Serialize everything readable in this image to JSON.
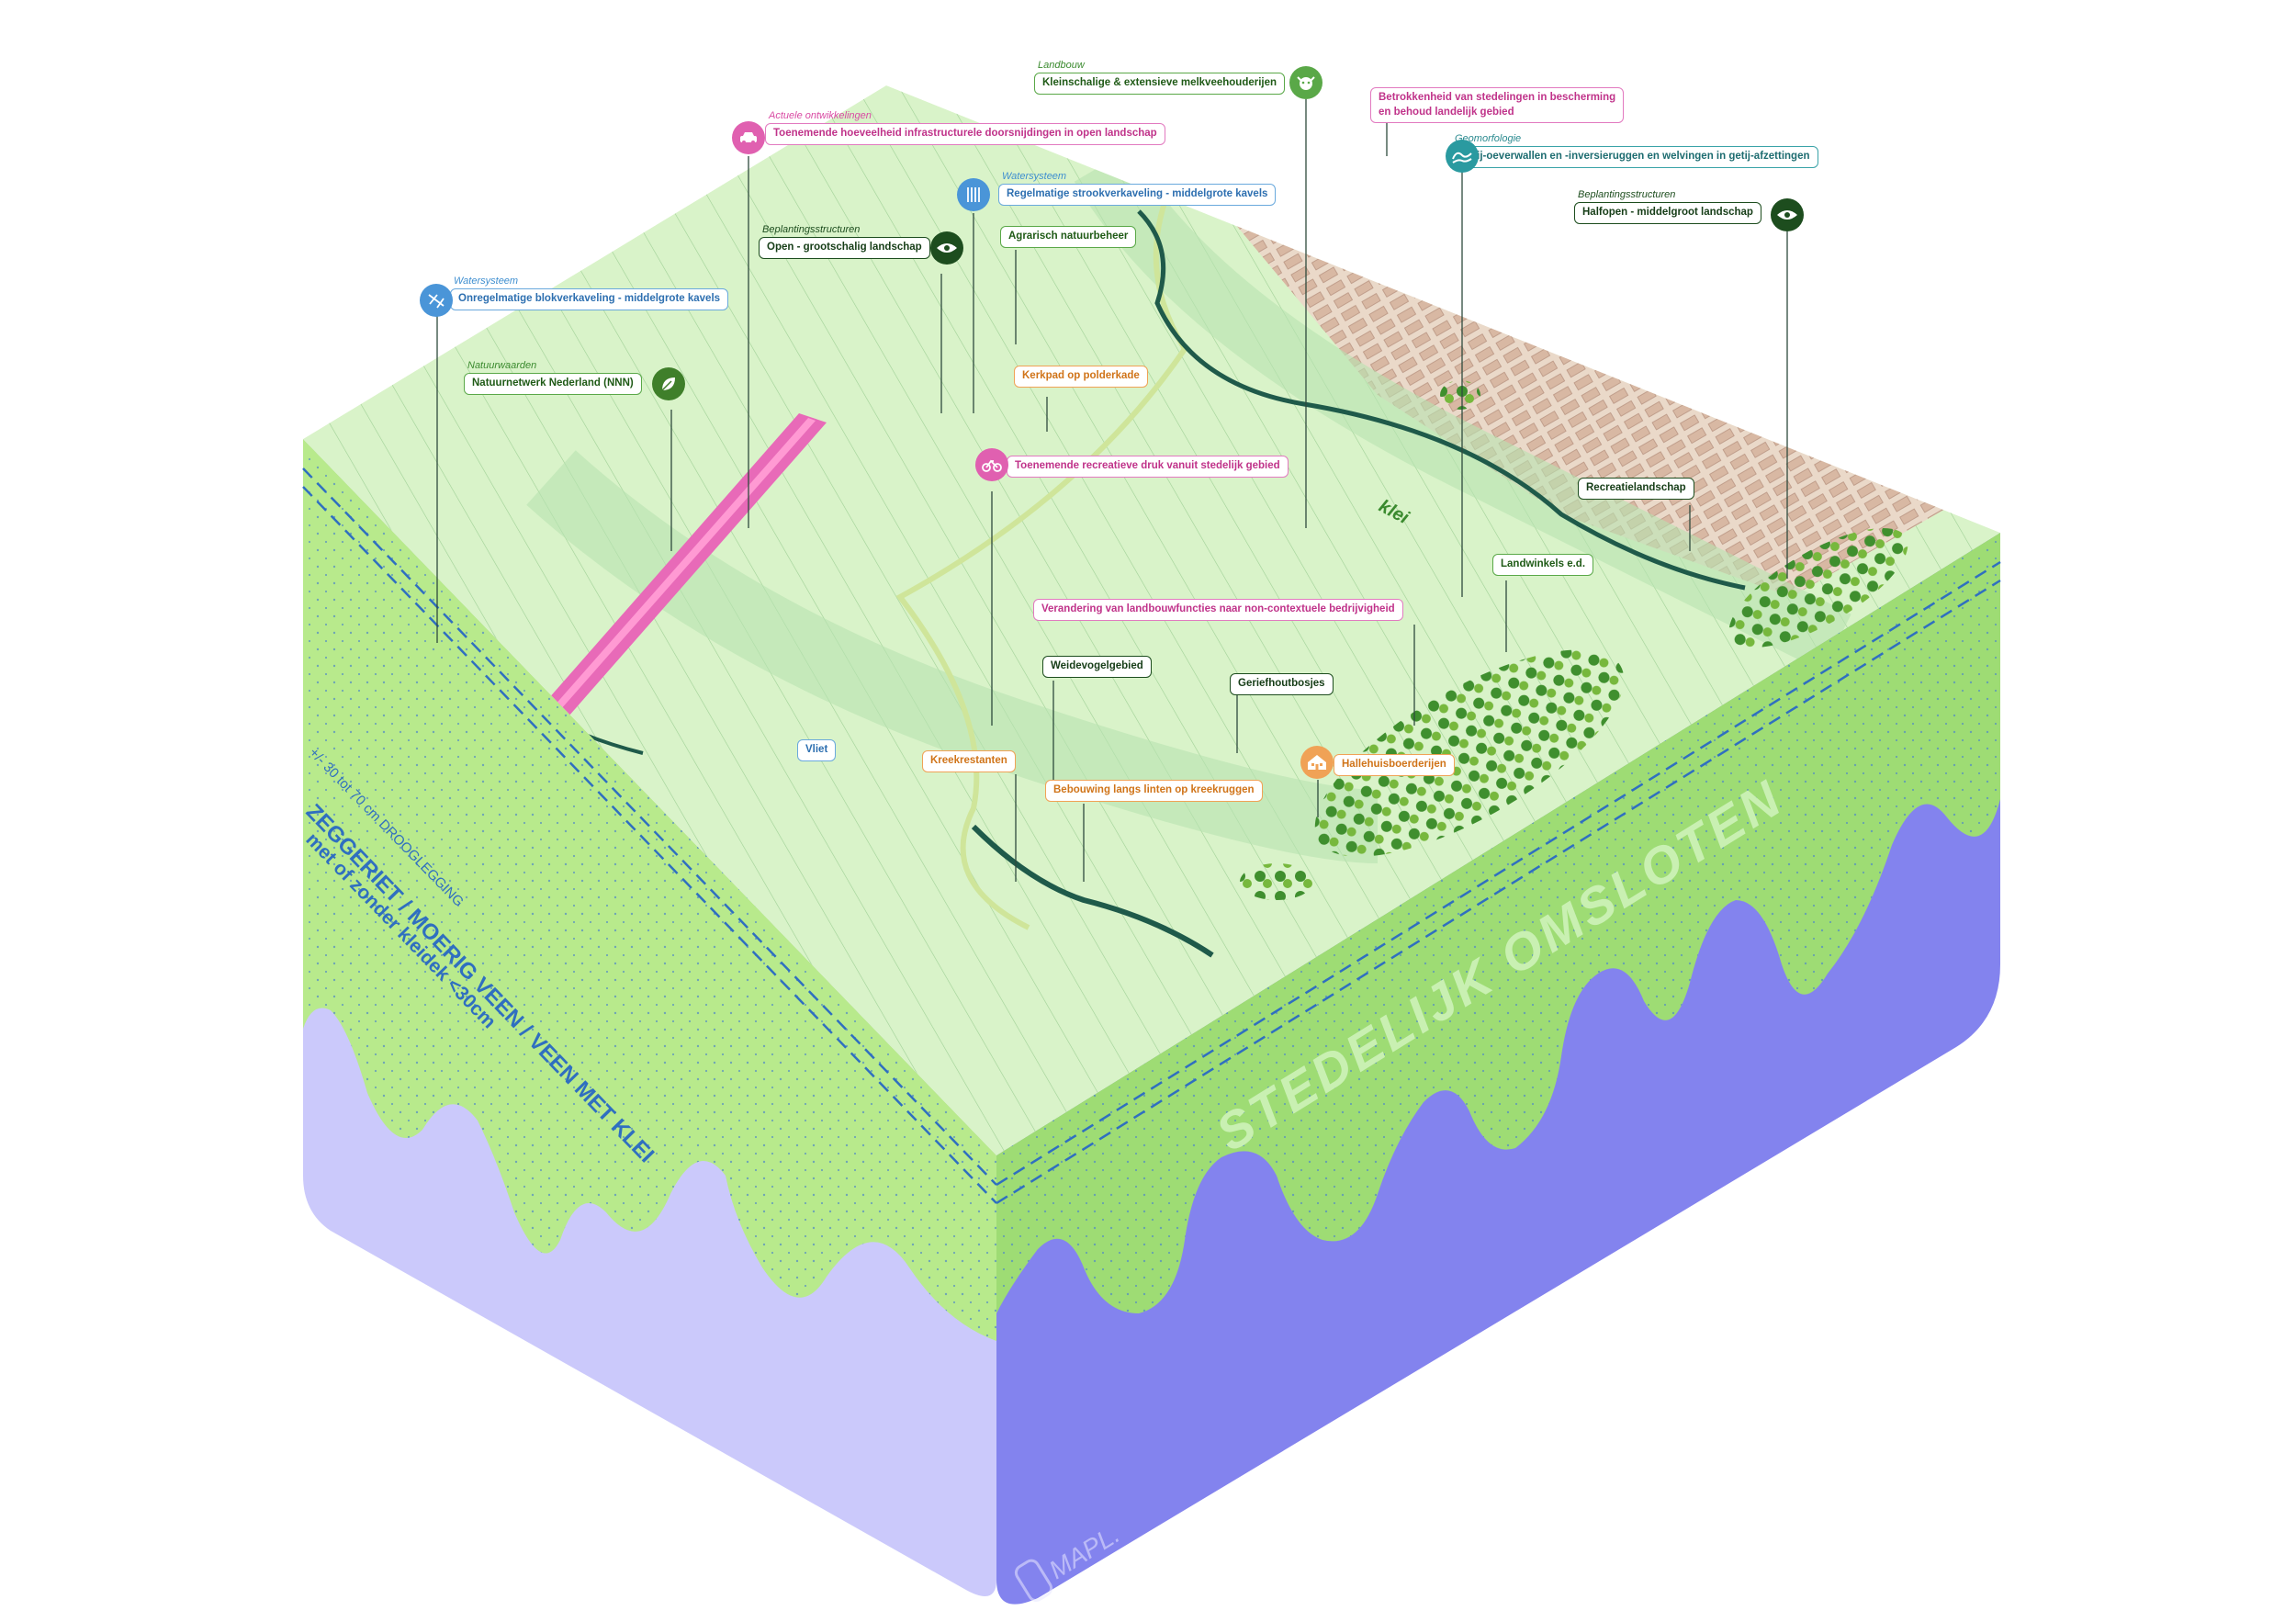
{
  "side_left": {
    "droogl": "+/- 30 tot 70 cm DROOGLEGGING",
    "soil_title": "ZEGGERIET / MOERIG VEEN / VEEN MET KLEI",
    "soil_sub": "met of zonder kleidek <30cm"
  },
  "side_right": {
    "title": "STEDELIJK OMSLOTEN"
  },
  "map_text": {
    "klei": "klei"
  },
  "logo": {
    "text": "MAPL."
  },
  "labels": {
    "landbouw": {
      "category": "Landbouw",
      "text": "Kleinschalige & extensieve melkveehouderijen",
      "icon": "cow-icon"
    },
    "betrokkenheid": {
      "text_1": "Betrokkenheid van stedelingen in bescherming",
      "text_2": "en behoud landelijk gebied"
    },
    "actuele": {
      "category": "Actuele ontwikkelingen",
      "text": "Toenemende hoeveelheid infrastructurele doorsnijdingen in open landschap",
      "icon": "car-icon"
    },
    "geomorfologie": {
      "category": "Geomorfologie",
      "text": "Getij-oeverwallen en -inversieruggen en welvingen in getij-afzettingen",
      "icon": "wave-icon"
    },
    "watersysteem_strook": {
      "category": "Watersysteem",
      "text": "Regelmatige strookverkaveling - middelgrote kavels",
      "icon": "ditches-icon"
    },
    "beplanting_halfopen": {
      "category": "Beplantingsstructuren",
      "text": "Halfopen - middelgroot landschap",
      "icon": "eye-icon"
    },
    "beplanting_open": {
      "category": "Beplantingsstructuren",
      "text": "Open - grootschalig landschap",
      "icon": "eye-icon"
    },
    "agrarisch": {
      "text": "Agrarisch natuurbeheer"
    },
    "watersysteem_blok": {
      "category": "Watersysteem",
      "text": "Onregelmatige blokverkaveling - middelgrote kavels",
      "icon": "ditches-icon"
    },
    "kerkpad": {
      "text": "Kerkpad op polderkade"
    },
    "natuurwaarden": {
      "category": "Natuurwaarden",
      "text": "Natuurnetwerk Nederland (NNN)",
      "icon": "leaf-icon"
    },
    "recreatiedruk": {
      "text": "Toenemende recreatieve druk vanuit stedelijk gebied",
      "icon": "bicycle-icon"
    },
    "recreatielandschap": {
      "text": "Recreatielandschap"
    },
    "landwinkels": {
      "text": "Landwinkels e.d."
    },
    "verandering": {
      "text": "Verandering van landbouwfuncties naar non-contextuele bedrijvigheid"
    },
    "weidevogel": {
      "text": "Weidevogelgebied"
    },
    "geriefhout": {
      "text": "Geriefhoutbosjes"
    },
    "vliet": {
      "text": "Vliet"
    },
    "kreekrestanten": {
      "text": "Kreekrestanten"
    },
    "hallehuis": {
      "text": "Hallehuisboerderijen",
      "icon": "farmhouse-icon"
    },
    "bebouwing": {
      "text": "Bebouwing langs linten op kreekruggen"
    }
  }
}
